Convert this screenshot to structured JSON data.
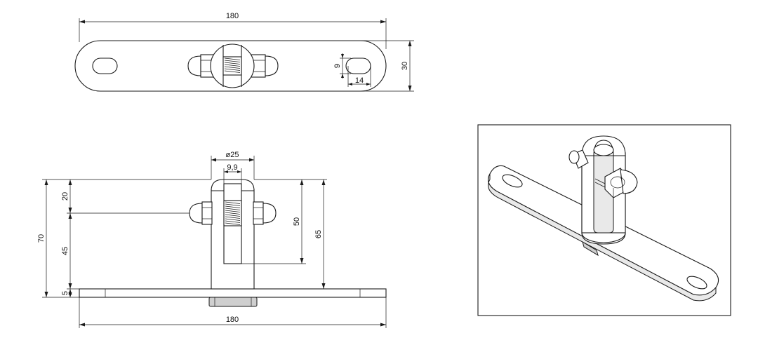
{
  "top_view": {
    "overall_length": "180",
    "height": "30",
    "slot_width": "9",
    "slot_length": "14"
  },
  "front_view": {
    "diameter": "ø25",
    "slot_gap": "9,9",
    "height_20": "20",
    "height_45": "45",
    "height_5": "5",
    "height_70": "70",
    "height_50": "50",
    "height_65": "65",
    "base_length": "180"
  },
  "iso_view": {
    "frame_color": "#1a1a1a"
  }
}
